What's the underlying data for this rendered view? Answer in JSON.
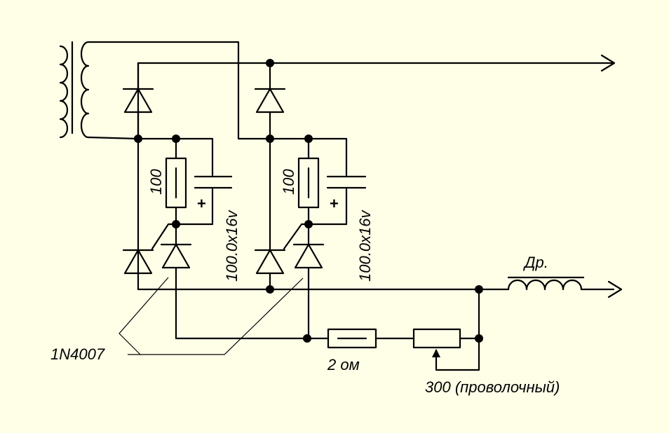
{
  "labels": {
    "resistor_left": "100",
    "resistor_right": "100",
    "capacitor_left": "100.0x16v",
    "capacitor_right": "100.0x16v",
    "cap_plus_left": "+",
    "cap_plus_right": "+",
    "diode_type": "1N4007",
    "choke": "Др.",
    "resistor_2ohm": "2 ом",
    "pot": "300 (проволочный)"
  },
  "colors": {
    "background": "#FFFFE8",
    "ink": "#000000"
  }
}
